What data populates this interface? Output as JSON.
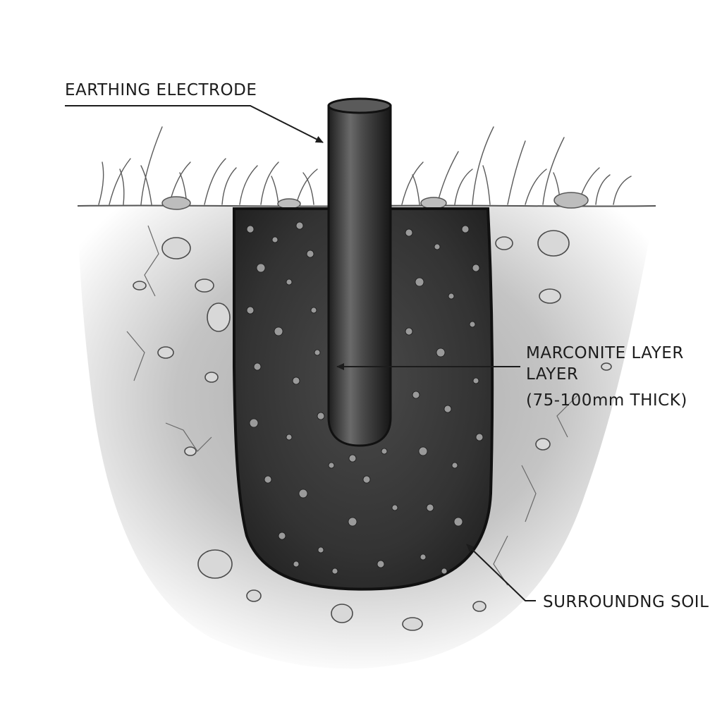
{
  "labels": {
    "electrode": "EARTHING ELECTRODE",
    "marconite_line1": "MARCONITE LAYER",
    "marconite_line2": "LAYER",
    "marconite_line3": "(75-100mm THICK)",
    "soil": "SURROUNDNG SOIL"
  },
  "colors": {
    "ink": "#1c1c1c",
    "rod": "#3a3a3a",
    "backfill": "#2e2e2e",
    "soil": "#cfcfcf"
  }
}
